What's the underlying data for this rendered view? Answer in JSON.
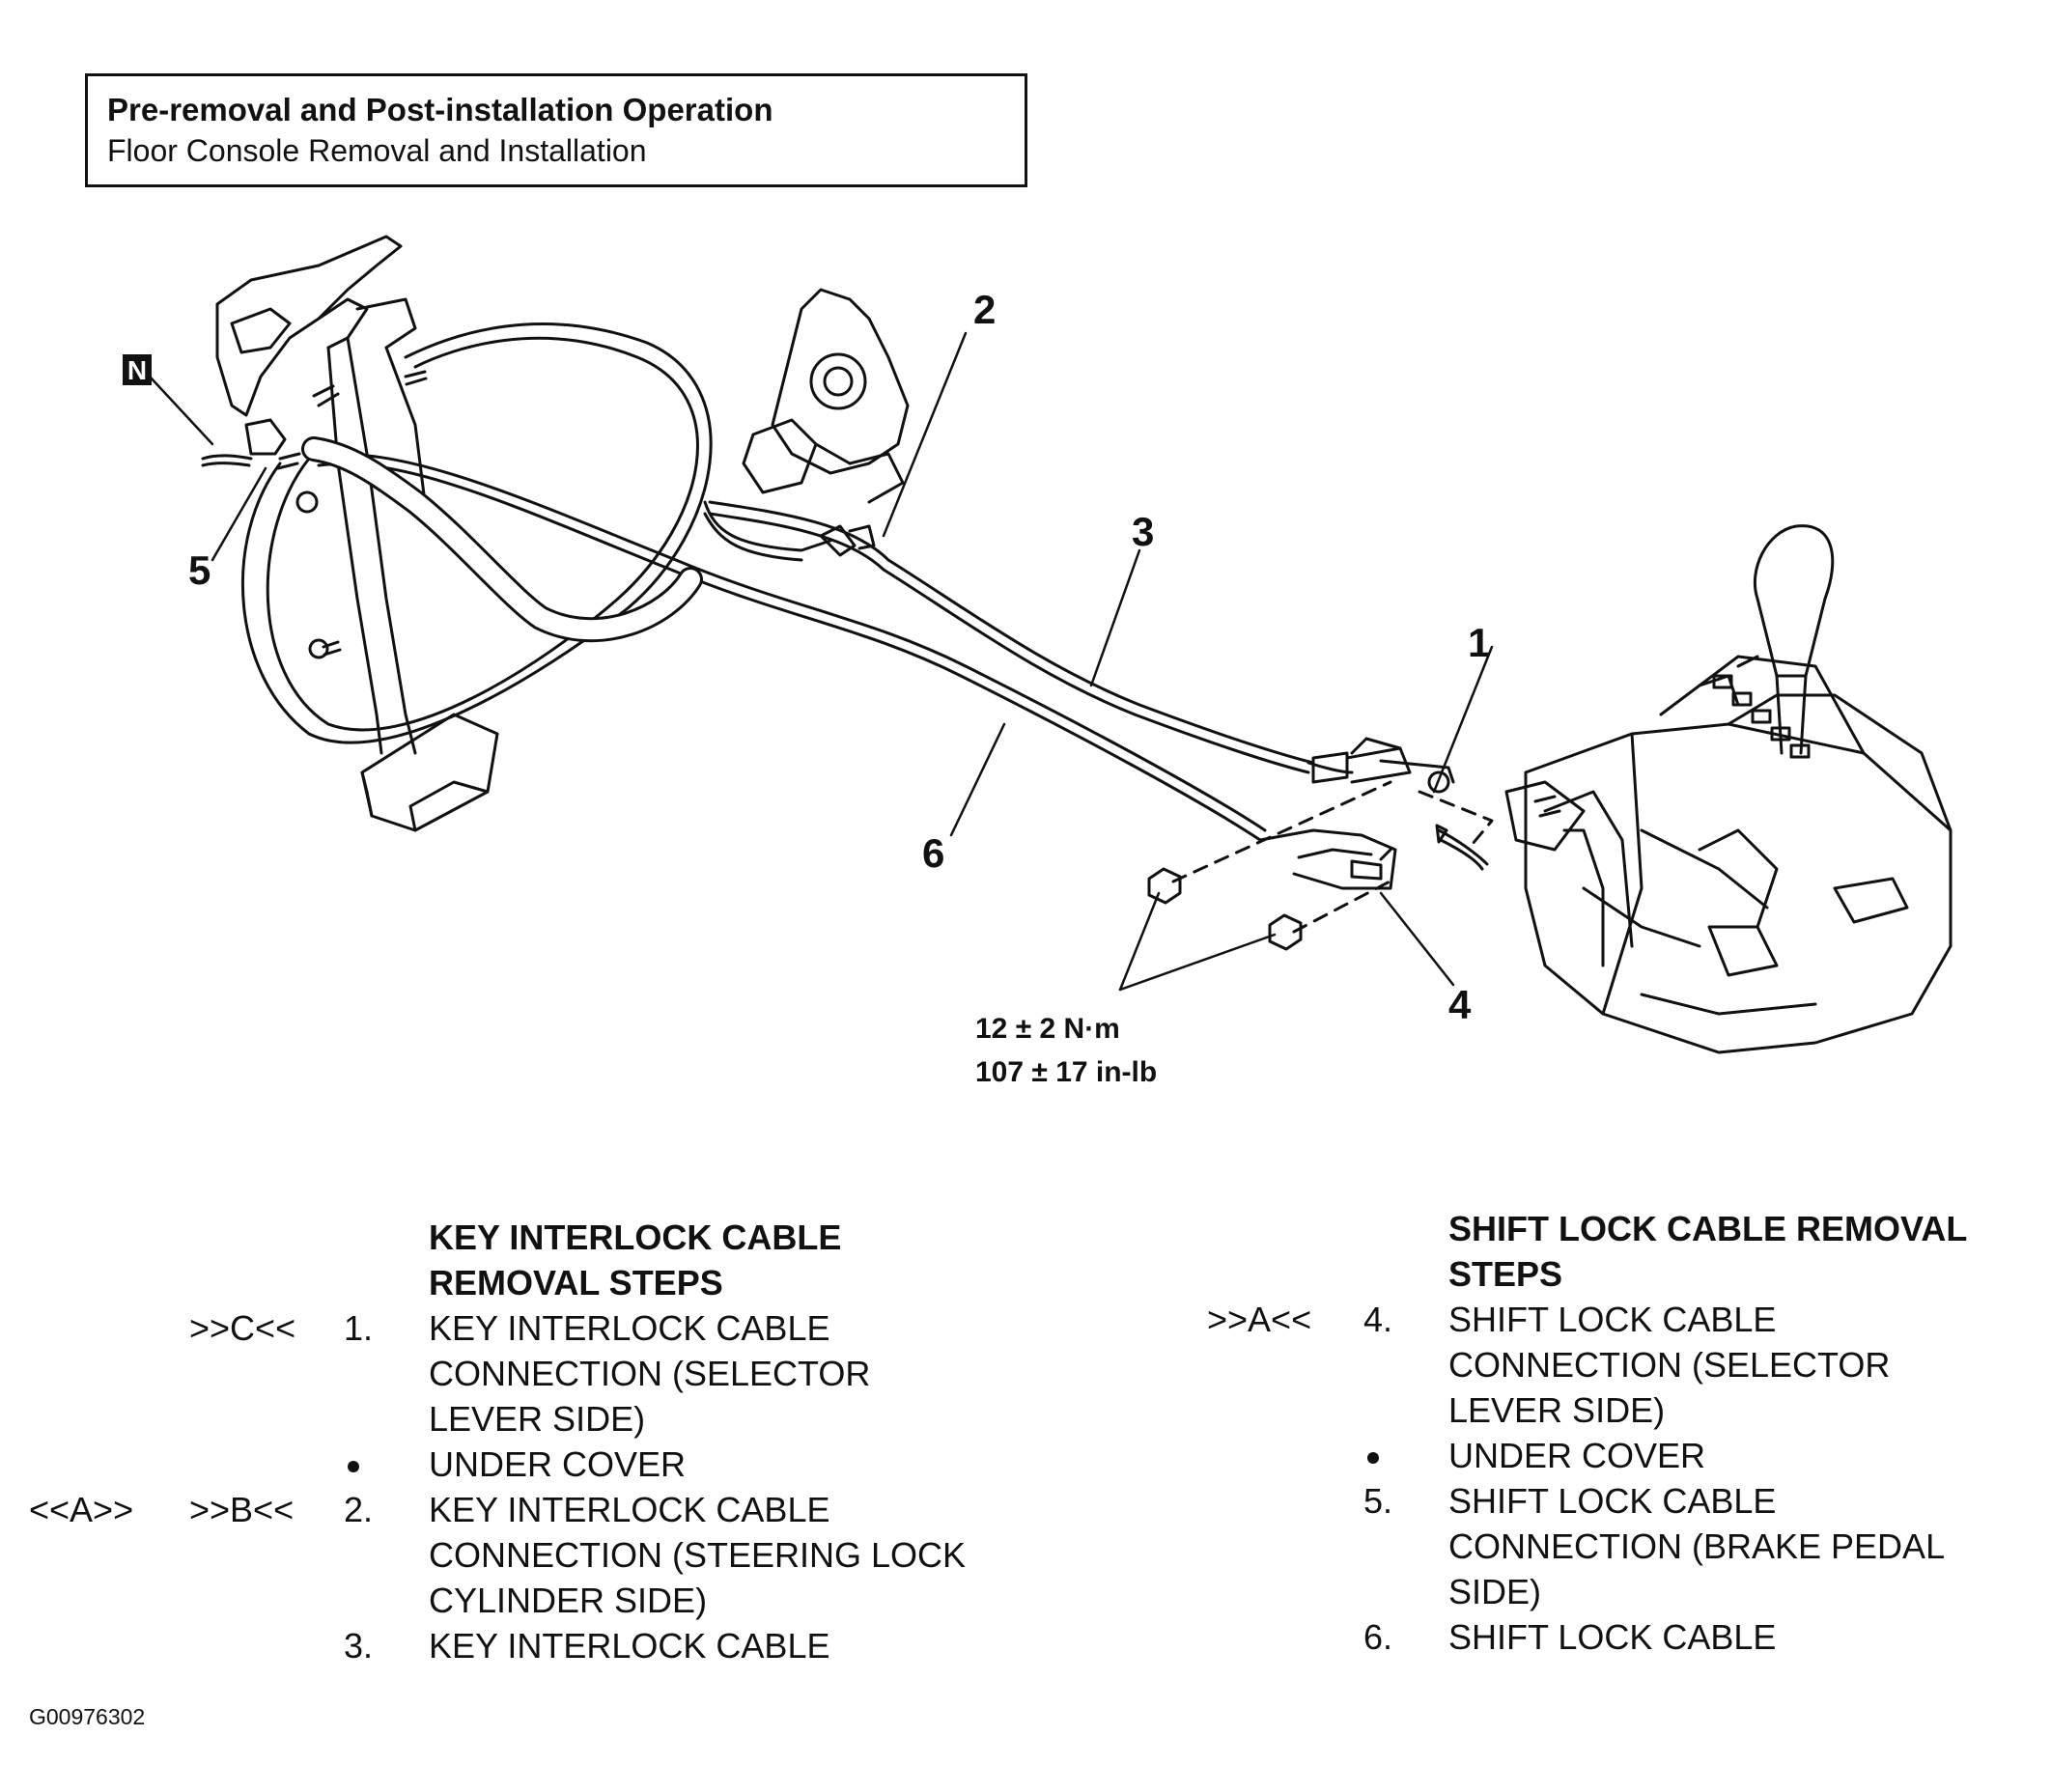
{
  "header": {
    "title": "Pre-removal and Post-installation Operation",
    "subtitle": "Floor Console Removal and Installation"
  },
  "callouts": {
    "n_badge": "N",
    "c1": "1",
    "c2": "2",
    "c3": "3",
    "c4": "4",
    "c5": "5",
    "c6": "6"
  },
  "torque": {
    "metric": "12 ± 2 N·m",
    "imperial": "107 ± 17 in-lb"
  },
  "key_interlock": {
    "title_line1": "KEY INTERLOCK CABLE",
    "title_line2": "REMOVAL STEPS",
    "steps": [
      {
        "tag2": ">>C<<",
        "num": "1.",
        "lines": [
          "KEY INTERLOCK CABLE",
          "CONNECTION (SELECTOR",
          "LEVER SIDE)"
        ]
      },
      {
        "bullet": true,
        "lines": [
          "UNDER COVER"
        ]
      },
      {
        "tag1": "<<A>>",
        "tag2": ">>B<<",
        "num": "2.",
        "lines": [
          "KEY INTERLOCK CABLE",
          "CONNECTION (STEERING LOCK",
          "CYLINDER SIDE)"
        ]
      },
      {
        "num": "3.",
        "lines": [
          "KEY INTERLOCK CABLE"
        ]
      }
    ]
  },
  "shift_lock": {
    "title_line1": "SHIFT LOCK CABLE REMOVAL",
    "title_line2": "STEPS",
    "steps": [
      {
        "tag2": ">>A<<",
        "num": "4.",
        "lines": [
          "SHIFT LOCK CABLE",
          "CONNECTION (SELECTOR",
          "LEVER SIDE)"
        ]
      },
      {
        "bullet": true,
        "lines": [
          "UNDER COVER"
        ]
      },
      {
        "num": "5.",
        "lines": [
          "SHIFT LOCK CABLE",
          "CONNECTION (BRAKE PEDAL",
          "SIDE)"
        ]
      },
      {
        "num": "6.",
        "lines": [
          "SHIFT LOCK CABLE"
        ]
      }
    ]
  },
  "figure_code": "G00976302"
}
